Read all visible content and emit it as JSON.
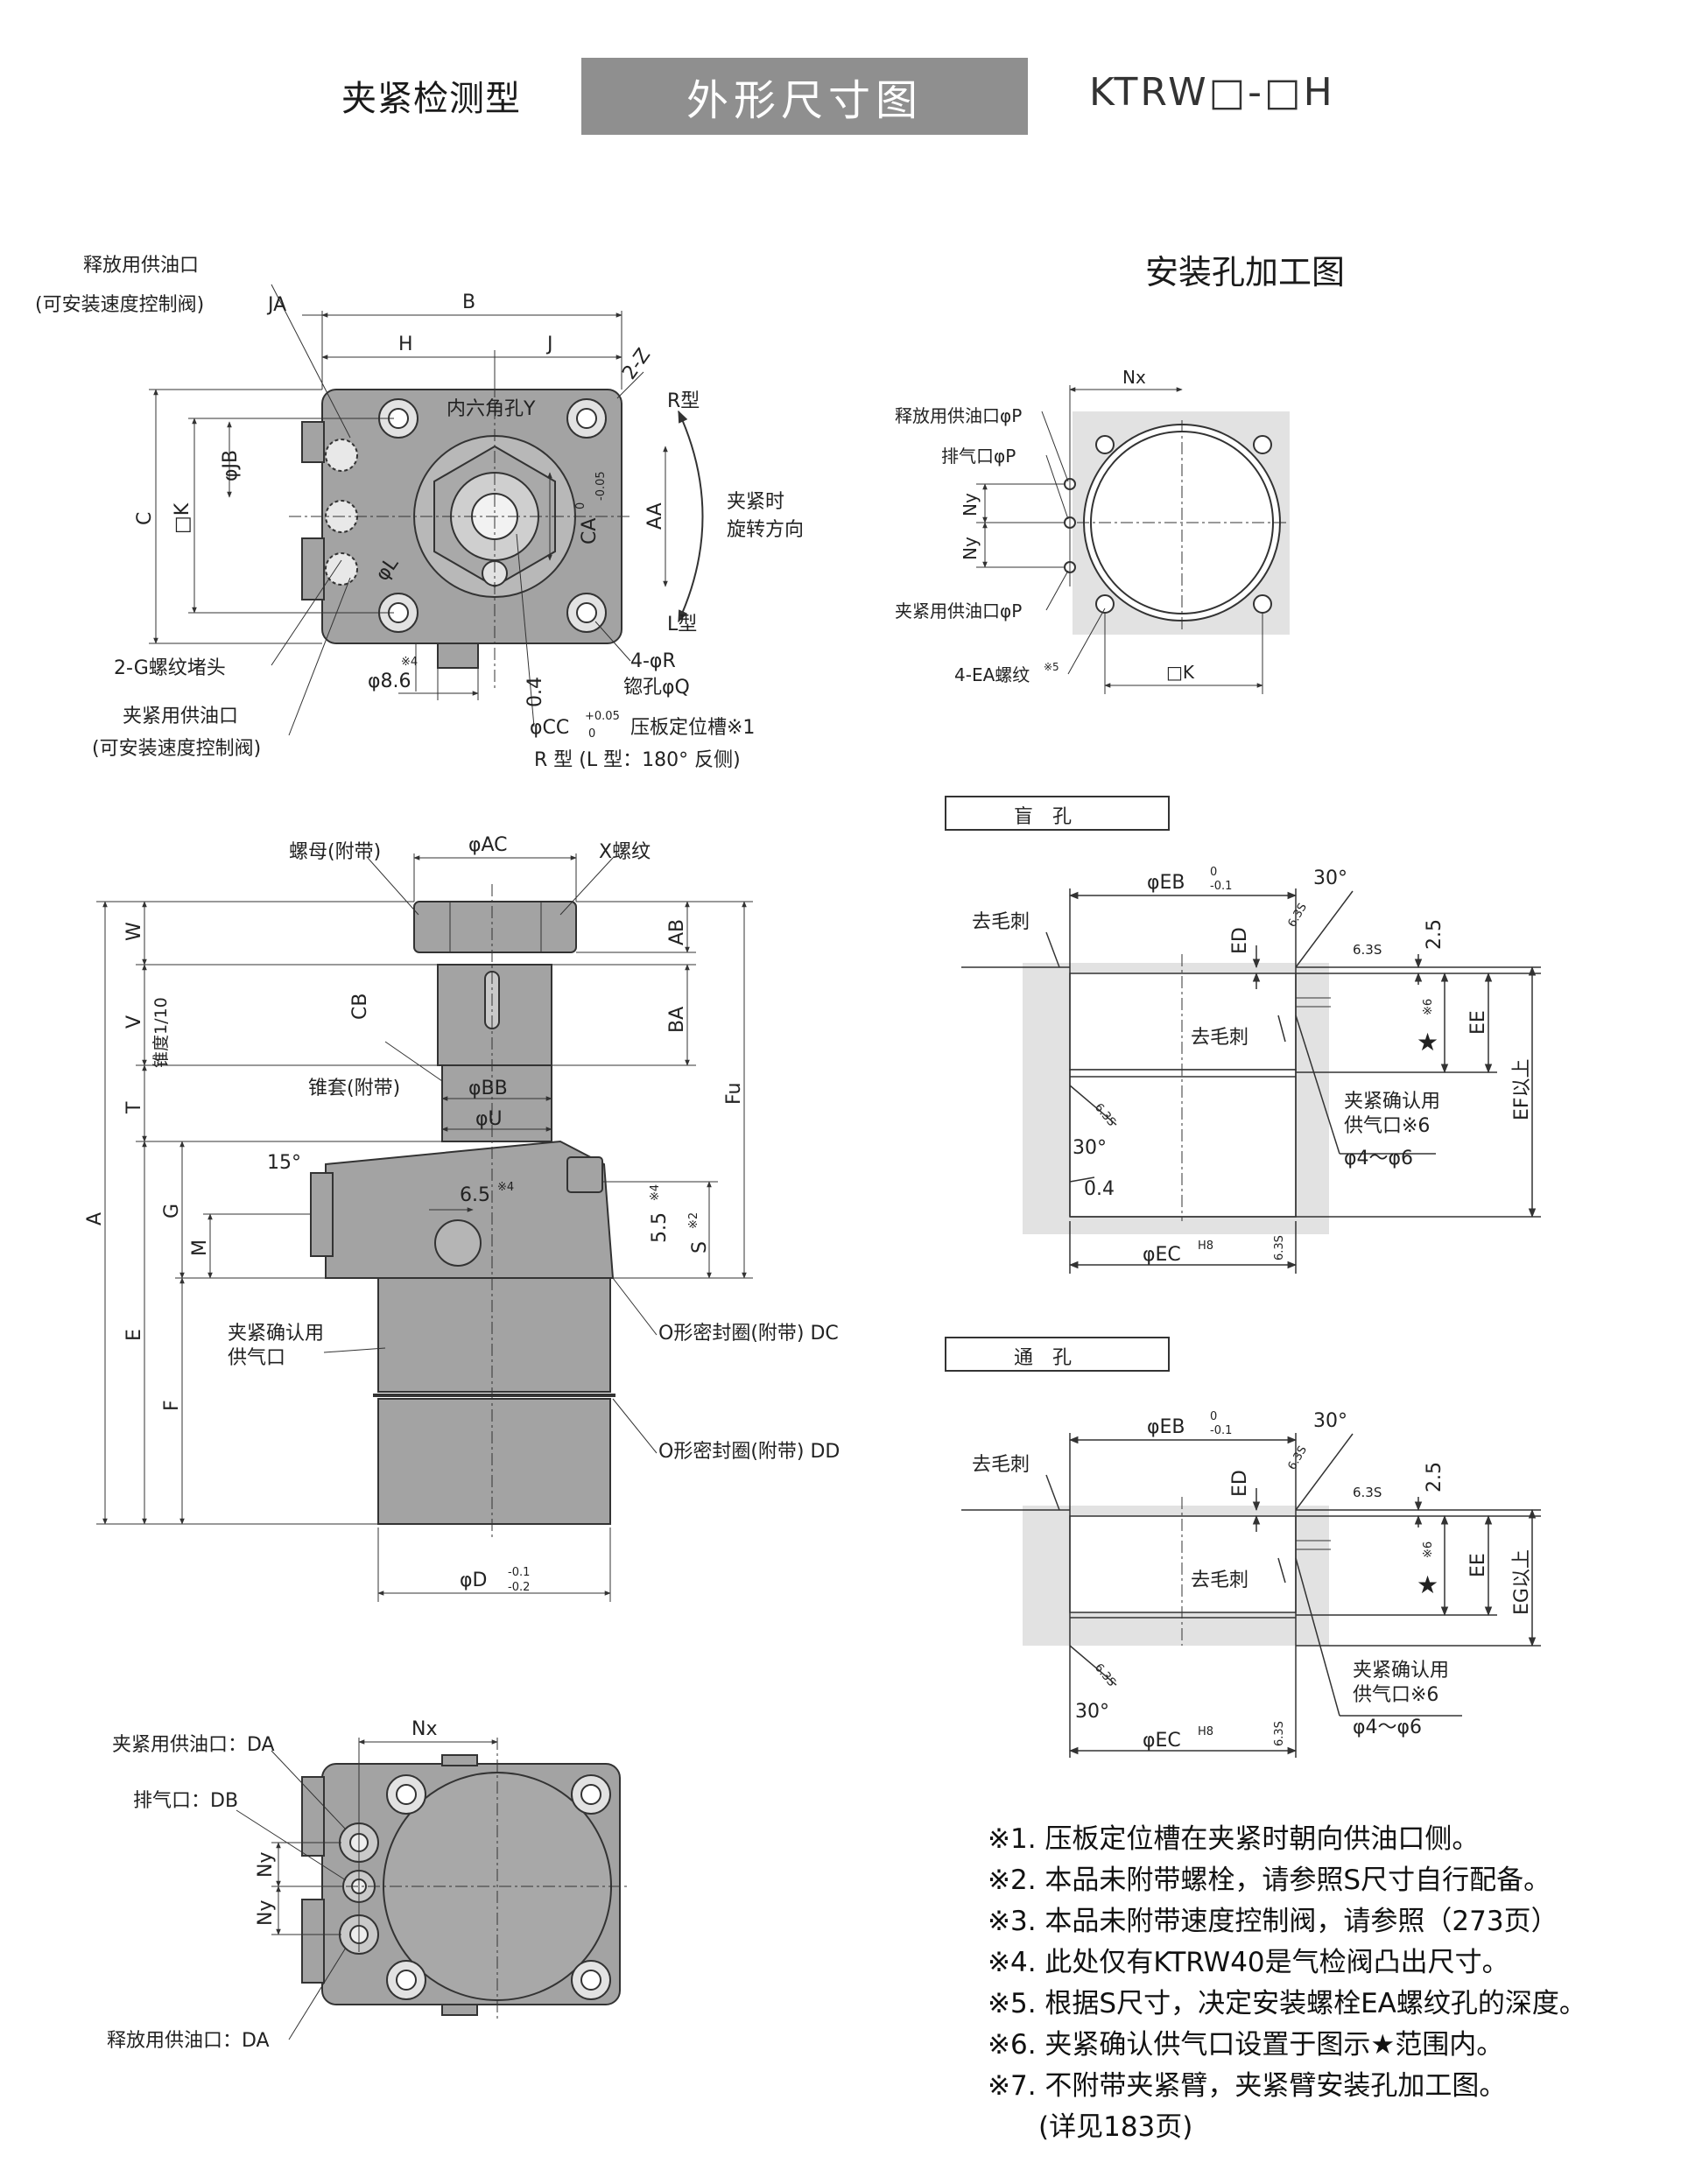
{
  "header": {
    "left_title": "夹紧检测型",
    "center_title": "外形尺寸图",
    "model": "KTRW□-□H"
  },
  "mount_title": "安装孔加工图",
  "top_view": {
    "labels": {
      "release_port": "释放用供油口",
      "release_port_note": "(可安装速度控制阀)",
      "JA": "JA",
      "B": "B",
      "H": "H",
      "J": "J",
      "two_Z": "2-Z",
      "hex": "内六角孔Y",
      "phiJB": "φJB",
      "C": "C",
      "K": "□K",
      "phiL": "φL",
      "AA": "AA",
      "CA": "CA",
      "CA_tol": "-0.05",
      "CA_tol0": "0",
      "R_type": "R型",
      "L_type": "L型",
      "rotation1": "夹紧时",
      "rotation2": "旋转方向",
      "plug": "2-G螺纹堵头",
      "phi86": "φ8.6",
      "note4": "※4",
      "d04": "0.4",
      "fourR": "4-φR",
      "counterbore": "锪孔φQ",
      "clamp_port": "夹紧用供油口",
      "clamp_port_note": "(可安装速度控制阀)",
      "CC": "φCC",
      "CC_tol_up": "+0.05",
      "CC_tol_low": "0",
      "CC_desc": "压板定位槽※1",
      "R_note": "R 型 (L 型：180° 反侧)"
    }
  },
  "side_view": {
    "labels": {
      "nut": "螺母(附带)",
      "AC": "φAC",
      "X": "X螺纹",
      "W": "W",
      "AB": "AB",
      "V": "V",
      "taper": "锥度1/10",
      "CB": "CB",
      "BA": "BA",
      "sleeve": "锥套(附带)",
      "BB": "φBB",
      "U": "φU",
      "T": "T",
      "Fu": "Fu",
      "deg15": "15°",
      "G": "G",
      "d65": "6.5",
      "d55": "5.5",
      "S": "S",
      "note2": "※2",
      "note4": "※4",
      "M": "M",
      "A": "A",
      "E": "E",
      "F": "F",
      "air1": "夹紧确认用",
      "air2": "供气口",
      "DC": "O形密封圈(附带) DC",
      "DD": "O形密封圈(附带) DD",
      "D": "φD",
      "D_tol_up": "-0.1",
      "D_tol_low": "-0.2"
    }
  },
  "bottom_view": {
    "labels": {
      "clamp_DA": "夹紧用供油口：DA",
      "vent_DB": "排气口：DB",
      "release_DA": "释放用供油口：DA",
      "Nx": "Nx",
      "Ny1": "Ny",
      "Ny2": "Ny"
    }
  },
  "mount_view": {
    "labels": {
      "Nx": "Nx",
      "release_P": "释放用供油口φP",
      "vent_P": "排气口φP",
      "Ny1": "Ny",
      "Ny2": "Ny",
      "clamp_P": "夹紧用供油口φP",
      "EA": "4-EA螺纹",
      "note5": "※5",
      "K": "□K"
    }
  },
  "blind_hole": {
    "title": "盲　孔",
    "labels": {
      "EB": "φEB",
      "EB_tol_up": "0",
      "EB_tol_low": "-0.1",
      "deg30a": "30°",
      "r635a": "6.3S",
      "ED": "ED",
      "deburr1": "去毛刺",
      "d25": "2.5",
      "r635b": "6.3S",
      "note6": "※6",
      "star": "★",
      "EE": "EE",
      "EF": "EF以上",
      "deburr2": "去毛刺",
      "air1": "夹紧确认用",
      "air2": "供气口※6",
      "range": "φ4～φ6",
      "r635c": "6.3S",
      "deg30b": "30°",
      "d04": "0.4",
      "EC": "φEC",
      "EC_tol": "H8",
      "r635d": "6.3S"
    }
  },
  "through_hole": {
    "title": "通　孔",
    "labels": {
      "EB": "φEB",
      "EB_tol_up": "0",
      "EB_tol_low": "-0.1",
      "deg30a": "30°",
      "r635a": "6.3S",
      "ED": "ED",
      "deburr1": "去毛刺",
      "d25": "2.5",
      "r635b": "6.3S",
      "note6": "※6",
      "star": "★",
      "EE": "EE",
      "EG": "EG以上",
      "deburr2": "去毛刺",
      "air1": "夹紧确认用",
      "air2": "供气口※6",
      "range": "φ4～φ6",
      "r635c": "6.3S",
      "deg30b": "30°",
      "EC": "φEC",
      "EC_tol": "H8",
      "r635d": "6.3S"
    }
  },
  "notes": [
    "※1. 压板定位槽在夹紧时朝向供油口侧。",
    "※2. 本品未附带螺栓，请参照S尺寸自行配备。",
    "※3. 本品未附带速度控制阀，请参照（273页）",
    "※4. 此处仅有KTRW40是气检阀凸出尺寸。",
    "※5. 根据S尺寸，决定安装螺栓EA螺纹孔的深度。",
    "※6. 夹紧确认供气口设置于图示★范围内。",
    "※7. 不附带夹紧臂，夹紧臂安装孔加工图。",
    "(详见183页)"
  ],
  "colors": {
    "body_gray": "#a3a3a3",
    "light_gray": "#e2e2e2",
    "header_box": "#8f8f8f",
    "line": "#333333"
  }
}
